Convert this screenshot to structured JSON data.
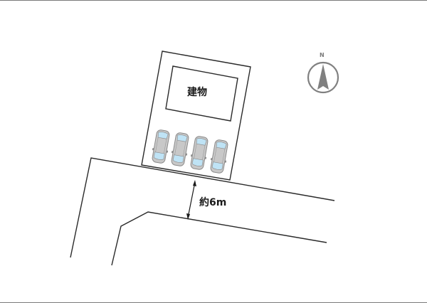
{
  "diagram": {
    "type": "site-plan",
    "building": {
      "label": "建物"
    },
    "road": {
      "width_label": "約6m"
    },
    "compass": {
      "label": "N",
      "icon": "north-arrow-icon"
    },
    "parking": {
      "car_count": 4,
      "car_icon": "car-icon"
    },
    "colors": {
      "line": "#2a2a2a",
      "car_body": "#c8c8c8",
      "car_outline": "#8a8a8a",
      "car_glass": "#bfe3f5",
      "compass": "#808080",
      "frame": "#7a7a7a"
    }
  }
}
